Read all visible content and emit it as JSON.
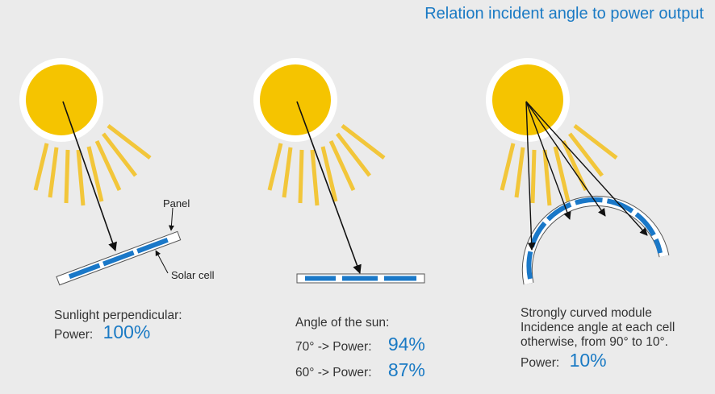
{
  "title": "Relation incident angle to power output",
  "colors": {
    "background": "#ebebeb",
    "sun": "#f5c400",
    "rays": "#f2c63a",
    "cell": "#1a78c8",
    "accent_text": "#1a7ac4"
  },
  "panels": [
    {
      "id": "perpendicular",
      "label_panel": "Panel",
      "label_cell": "Solar cell",
      "caption_line1": "Sunlight perpendicular:",
      "power_label": "Power:",
      "power_value": "100%"
    },
    {
      "id": "angled",
      "caption_line1": "Angle of the sun:",
      "rows": [
        {
          "label": "70° -> Power:",
          "value": "94%"
        },
        {
          "label": "60° -> Power:",
          "value": "87%"
        }
      ]
    },
    {
      "id": "curved",
      "caption_line1": "Strongly curved module",
      "caption_line2": "Incidence angle at each cell",
      "caption_line3": "otherwise, from 90° to 10°.",
      "power_label": "Power:",
      "power_value": "10%"
    }
  ]
}
